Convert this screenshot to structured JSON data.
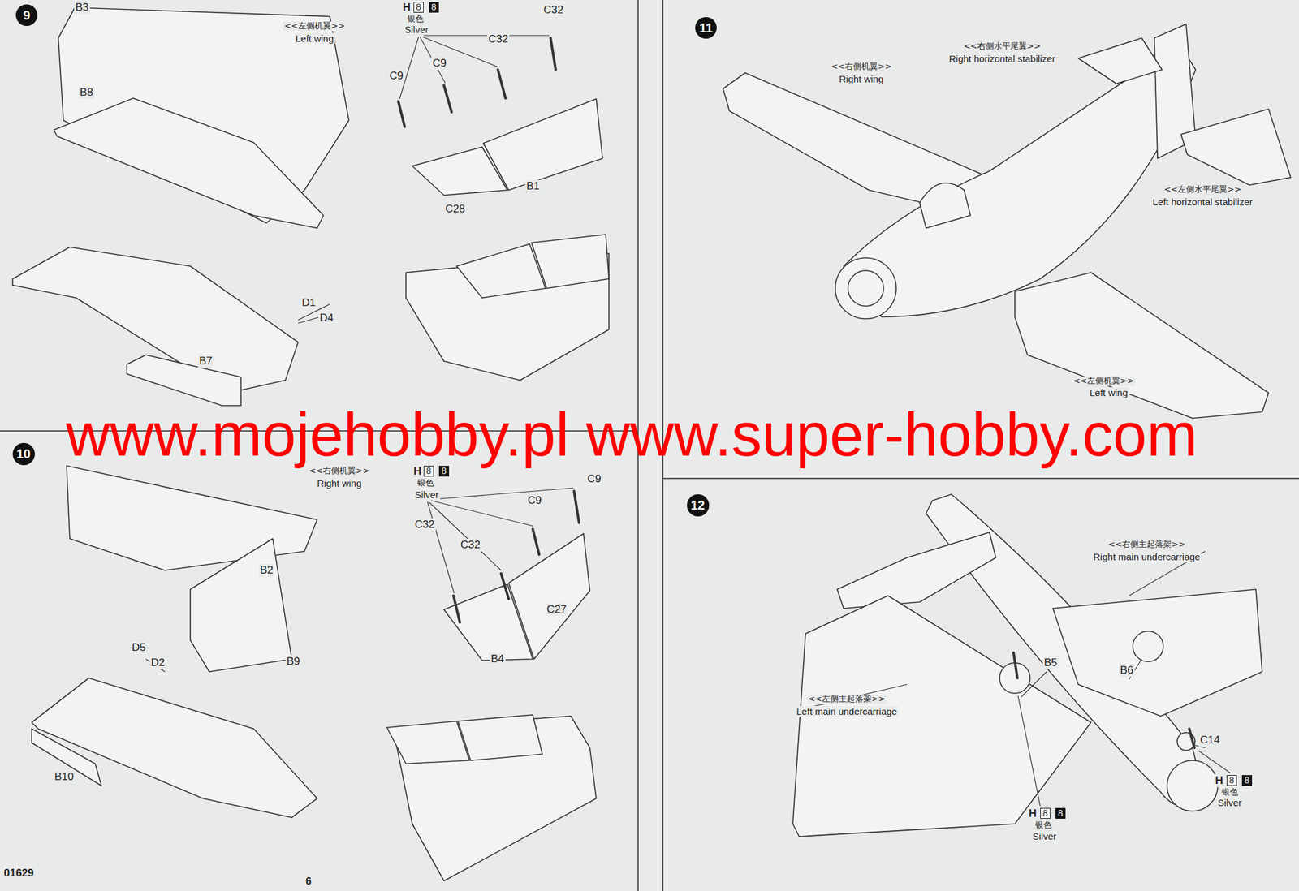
{
  "diagram": {
    "nodes": [
      {
        "text": [
          "9"
        ]
      },
      {
        "text": [
          "10"
        ]
      },
      {
        "text": [
          "11"
        ]
      },
      {
        "text": [
          "12"
        ]
      }
    ],
    "labels": [
      "B3",
      "<<左侧机翼>>",
      "Left wing",
      "H",
      "8",
      "8",
      "银色",
      "Silver",
      "C32",
      "C9",
      "C9",
      "C32",
      "B1",
      "C28",
      "B8",
      "D1",
      "D4",
      "B7",
      "<<右侧机翼>>",
      "Right wing",
      "H",
      "8",
      "8",
      "银色",
      "Silver",
      "C9",
      "C9",
      "C32",
      "C32",
      "B2",
      "C27",
      "B4",
      "B9",
      "D5",
      "D2",
      "B10",
      "<<右侧机翼>>",
      "Right wing",
      "<<右侧水平尾翼>>",
      "Right horizontal stabilizer",
      "<<左侧水平尾翼>>",
      "Left horizontal stabilizer",
      "<<左侧机翼>>",
      "Left wing",
      "<<右侧主起落架>>",
      "Right main undercarriage",
      "<<左侧主起落架>>",
      "Left main undercarriage",
      "B5",
      "B6",
      "C14",
      "H",
      "8",
      "8",
      "银色",
      "Silver",
      "H",
      "8",
      "8",
      "银色",
      "Silver",
      "01629",
      "6",
      "www.mojehobby.pl www.super-hobby.com"
    ]
  }
}
